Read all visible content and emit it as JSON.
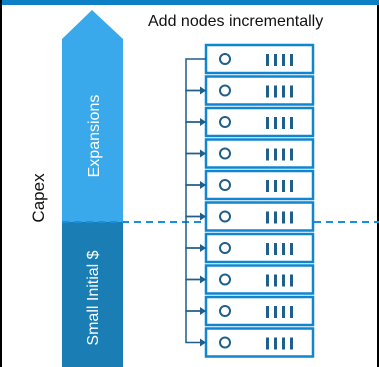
{
  "headline": "Add nodes incrementally",
  "axis_label": "Capex",
  "stages": {
    "expansions": "Expansions",
    "initial": "Small Initial $"
  },
  "node_counts": {
    "expansion_nodes": 5,
    "initial_nodes": 5
  },
  "colors": {
    "expansion": "#3aa9ec",
    "initial": "#1a7eb5",
    "node_border": "#0f86cf",
    "connector": "#1f5f8a",
    "divider": "#1a8fdc",
    "top_rule": "#0d7fc4"
  },
  "icons": [
    "server-node-icon"
  ]
}
